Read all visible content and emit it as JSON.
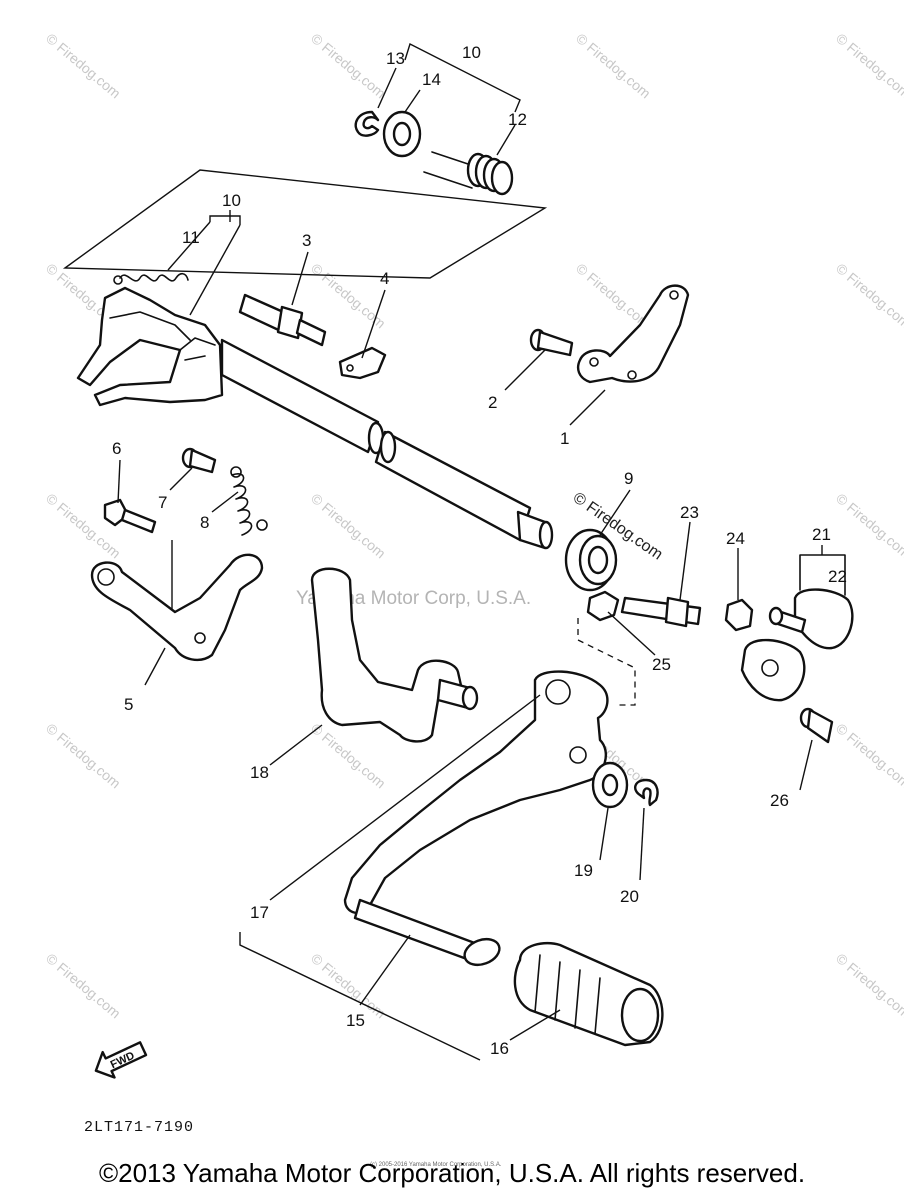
{
  "watermarks": {
    "tile": "© Firedog.com",
    "center": "Yamaha Motor Corp, U.S.A.",
    "inline": "© Firedog.com"
  },
  "callouts": {
    "p1": "1",
    "p2": "2",
    "p3": "3",
    "p4": "4",
    "p5": "5",
    "p6": "6",
    "p7": "7",
    "p8": "8",
    "p9": "9",
    "p10a": "10",
    "p10b": "10",
    "p11": "11",
    "p12": "12",
    "p13": "13",
    "p14": "14",
    "p15": "15",
    "p16": "16",
    "p17": "17",
    "p18": "18",
    "p19": "19",
    "p20": "20",
    "p21": "21",
    "p22": "22",
    "p23": "23",
    "p24": "24",
    "p25": "25",
    "p26": "26"
  },
  "fwd_label": "FWD",
  "diagram_code": "2LT171-7190",
  "small_notice": "(c) 2005-2016 Yamaha Motor Corporation, U.S.A.",
  "copyright": "©2013 Yamaha Motor Corporation, U.S.A. All rights reserved."
}
